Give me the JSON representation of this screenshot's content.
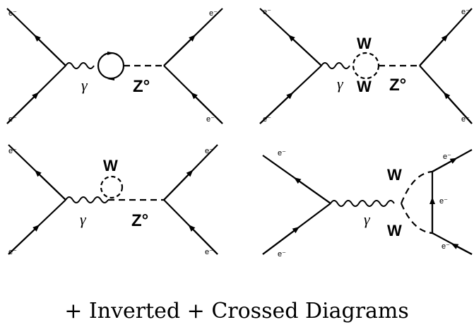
{
  "labels": {
    "electron": "e⁻",
    "photon": "γ",
    "z_boson": "Z°",
    "w_boson": "W"
  },
  "caption": "+ Inverted + Crossed Diagrams",
  "diagrams": [
    {
      "id": "fermion-loop",
      "loop_particle": ""
    },
    {
      "id": "w-loop",
      "loop_particle": "W"
    },
    {
      "id": "w-tadpole",
      "loop_particle": "W"
    },
    {
      "id": "w-triangle",
      "loop_particle": "W"
    }
  ]
}
